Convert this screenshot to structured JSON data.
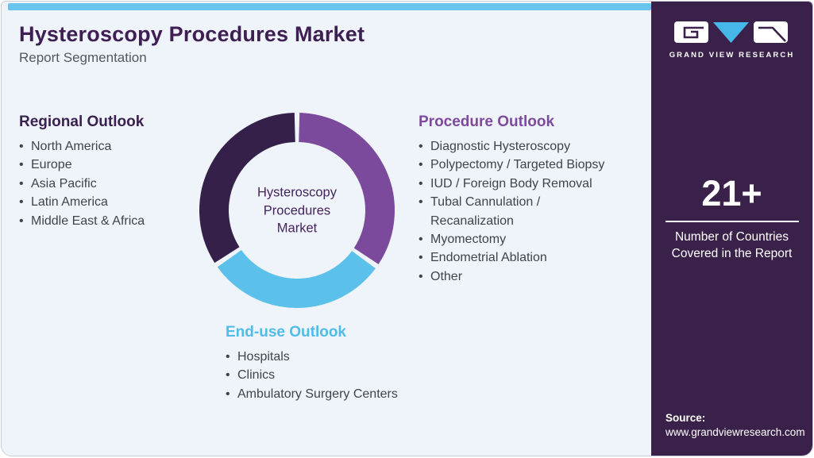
{
  "page": {
    "title": "Hysteroscopy Procedures Market",
    "subtitle": "Report Segmentation"
  },
  "colors": {
    "top_accent_bar": "#69c4ee",
    "card_background": "#eef4fa",
    "sidebar_background": "#3a2149",
    "title_text": "#3f1e53",
    "regional_heading": "#3a2150",
    "procedure_heading": "#7d4a9e",
    "enduse_heading": "#4fbce9",
    "list_text": "#3f4449",
    "logo_triangle": "#45b7e9"
  },
  "sections": {
    "regional": {
      "heading": "Regional Outlook",
      "items": [
        "North America",
        "Europe",
        "Asia Pacific",
        "Latin America",
        "Middle East & Africa"
      ]
    },
    "procedure": {
      "heading": "Procedure Outlook",
      "items": [
        "Diagnostic Hysteroscopy",
        "Polypectomy / Targeted Biopsy",
        "IUD / Foreign Body Removal",
        "Tubal Cannulation /\nRecanalization",
        "Myomectomy",
        "Endometrial Ablation",
        "Other"
      ]
    },
    "enduse": {
      "heading": "End-use Outlook",
      "items": [
        "Hospitals",
        "Clinics",
        "Ambulatory Surgery Centers"
      ]
    }
  },
  "chart_data": {
    "type": "donut",
    "title": "Report Segmentation donut (decorative, links the three outlook lists)",
    "center_label": "Hysteroscopy\nProcedures\nMarket",
    "outer_radius_px": 123,
    "inner_radius_px": 86,
    "segments": [
      {
        "name": "Procedure Outlook",
        "color": "#7b4a9c",
        "start_deg": 1.5,
        "end_deg": 123.5
      },
      {
        "name": "End-use Outlook",
        "color": "#5bc0ea",
        "start_deg": 126.5,
        "end_deg": 234.5
      },
      {
        "name": "Regional Outlook",
        "color": "#35204a",
        "start_deg": 237.5,
        "end_deg": 358.5
      }
    ]
  },
  "sidebar": {
    "logo_text": "GRAND VIEW RESEARCH",
    "stat_value": "21+",
    "stat_label": "Number of Countries\nCovered in the Report",
    "source_label": "Source:",
    "source_url": "www.grandviewresearch.com"
  }
}
